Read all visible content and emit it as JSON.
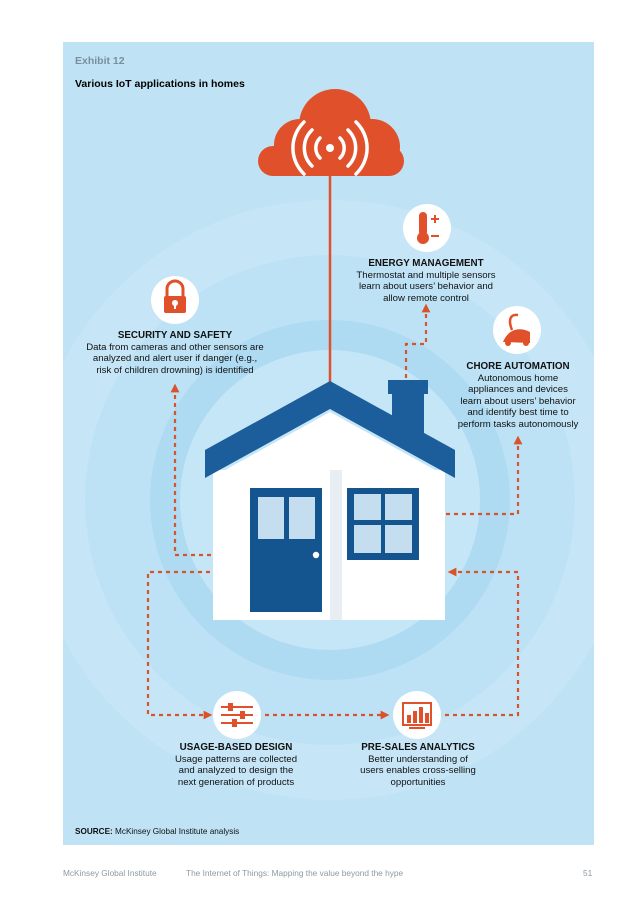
{
  "exhibit_label": "Exhibit 12",
  "title": "Various IoT applications in homes",
  "applications": {
    "energy": {
      "heading": "ENERGY MANAGEMENT",
      "lines": [
        "Thermostat and multiple sensors",
        "learn about users’ behavior and",
        "allow remote control"
      ],
      "icon": "thermometer-icon"
    },
    "security": {
      "heading": "SECURITY AND SAFETY",
      "lines": [
        "Data from cameras and other sensors are",
        "analyzed and alert user if danger (e.g.,",
        "risk of children drowning) is identified"
      ],
      "icon": "padlock-icon"
    },
    "chore": {
      "heading": "CHORE AUTOMATION",
      "lines": [
        "Autonomous home",
        "appliances and devices",
        "learn about users’ behavior",
        "and identify best time to",
        "perform tasks autonomously"
      ],
      "icon": "vacuum-cleaner-icon"
    },
    "usage": {
      "heading": "USAGE-BASED DESIGN",
      "lines": [
        "Usage patterns are collected",
        "and analyzed to design the",
        "next generation of products"
      ],
      "icon": "sliders-icon"
    },
    "presales": {
      "heading": "PRE-SALES ANALYTICS",
      "lines": [
        "Better understanding of",
        "users enables cross-selling",
        "opportunities"
      ],
      "icon": "bar-chart-icon"
    }
  },
  "source": {
    "label": "SOURCE:",
    "text": "McKinsey Global Institute analysis"
  },
  "footer": {
    "publisher": "McKinsey Global Institute",
    "report": "The Internet of Things: Mapping the value beyond the hype",
    "page": "51"
  },
  "colors": {
    "background": "#bfe3f5",
    "ring_light": "#cfeaf8",
    "ring_mid": "#a9d7f0",
    "accent_orange": "#e0502b",
    "dashed_line": "#d9532a",
    "roof_blue": "#1c5e9c",
    "door_blue": "#15558f",
    "house_white": "#ffffff"
  }
}
